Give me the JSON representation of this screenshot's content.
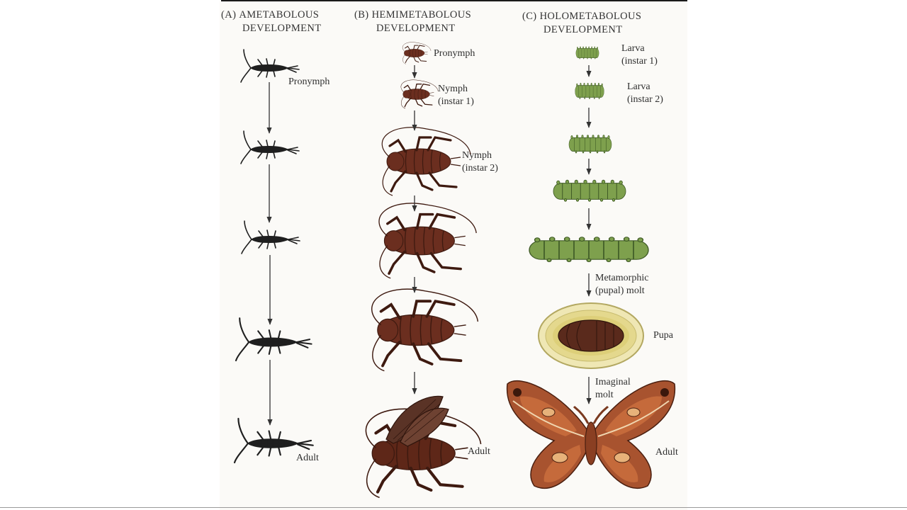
{
  "columns": [
    {
      "letter": "(A)",
      "title_line1": "AMETABOLOUS",
      "title_line2": "DEVELOPMENT",
      "labels": {
        "pronymph": "Pronymph",
        "adult": "Adult"
      }
    },
    {
      "letter": "(B)",
      "title_line1": "HEMIMETABOLOUS",
      "title_line2": "DEVELOPMENT",
      "labels": {
        "pronymph": "Pronymph",
        "nymph1_line1": "Nymph",
        "nymph1_line2": "(instar 1)",
        "nymph2_line1": "Nymph",
        "nymph2_line2": "(instar 2)",
        "adult": "Adult"
      }
    },
    {
      "letter": "(C)",
      "title_line1": "HOLOMETABOLOUS",
      "title_line2": "DEVELOPMENT",
      "labels": {
        "larva1_line1": "Larva",
        "larva1_line2": "(instar 1)",
        "larva2_line1": "Larva",
        "larva2_line2": "(instar 2)",
        "metamorphic_line1": "Metamorphic",
        "metamorphic_line2": "(pupal) molt",
        "pupa": "Pupa",
        "imaginal_line1": "Imaginal",
        "imaginal_line2": "molt",
        "adult": "Adult"
      }
    }
  ],
  "colors": {
    "silverfish": "#1f1f1f",
    "cricket": "#6b2e1f",
    "cricket_dark": "#3e1a10",
    "caterpillar": "#7ea04d",
    "caterpillar_dark": "#3f5a26",
    "pupa": "#5a2a1c",
    "cocoon": "#e9e0a0",
    "moth_wing": "#a8532f",
    "moth_light": "#e7b27a"
  },
  "icons": [
    "silverfish-icon",
    "cricket-icon",
    "caterpillar-icon",
    "pupa-icon",
    "moth-icon"
  ]
}
